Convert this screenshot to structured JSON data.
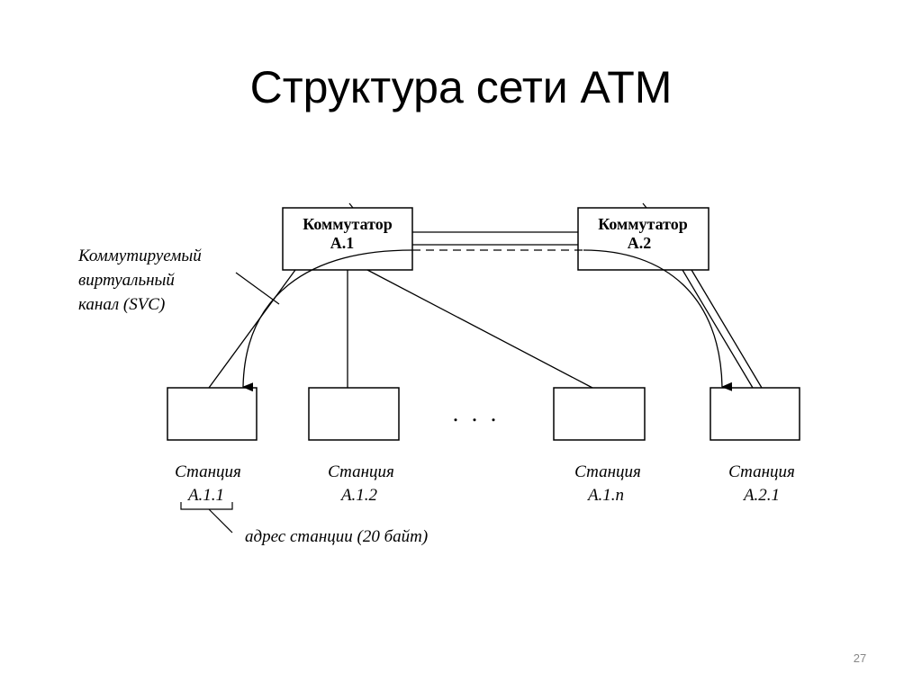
{
  "slide": {
    "title": "Структура сети ATM",
    "page_number": "27"
  },
  "switches": [
    {
      "line1": "Коммутатор",
      "line2": "A.1"
    },
    {
      "line1": "Коммутатор",
      "line2": "A.2"
    }
  ],
  "stations": [
    {
      "line1": "Станция",
      "line2": "A.1.1"
    },
    {
      "line1": "Станция",
      "line2": "A.1.2"
    },
    {
      "line1": "Станция",
      "line2": "A.1.n"
    },
    {
      "line1": "Станция",
      "line2": "A.2.1"
    }
  ],
  "ellipsis": ". . .",
  "svc_note": {
    "line1": "Коммутируемый",
    "line2": "виртуальный",
    "line3": "канал (SVC)"
  },
  "address_note": "адрес станции (20 байт)"
}
